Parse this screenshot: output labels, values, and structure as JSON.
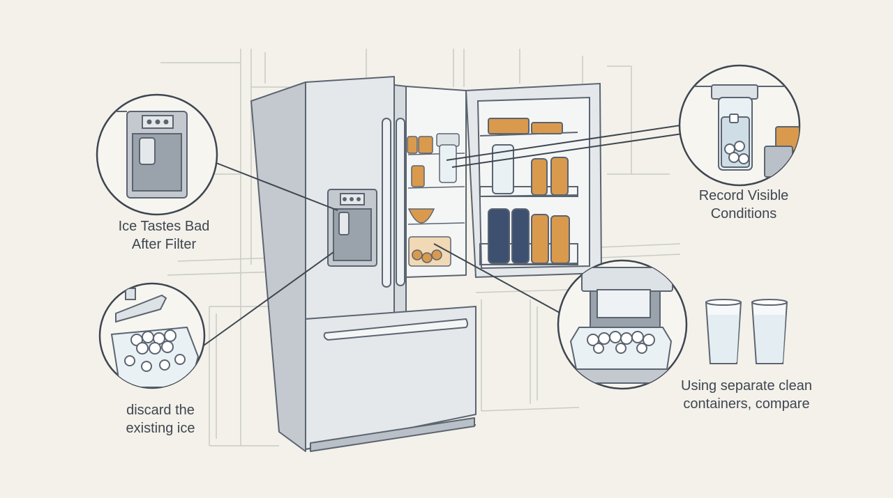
{
  "labels": {
    "ice_tastes_bad": [
      "Ice Tastes Bad",
      "After Filter"
    ],
    "discard_ice": [
      "discard the",
      "existing ice"
    ],
    "record_conditions": [
      "Record Visible",
      "Conditions"
    ],
    "compare_containers": [
      "Using separate clean",
      "containers, compare"
    ]
  },
  "colors": {
    "background": "#f3f1ea",
    "outline": "#5b6470",
    "steel": "#dde2e6",
    "steel_dark": "#b9c0c7",
    "amber": "#d99a4e",
    "navy": "#3d5070",
    "ice": "#e9f1f5",
    "text": "#3f4650"
  }
}
